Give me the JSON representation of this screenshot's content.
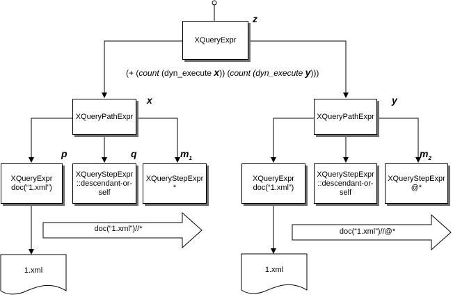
{
  "root": {
    "label": "XQueryExpr",
    "var": "z"
  },
  "formula": {
    "open": "(+ (",
    "count1": "count",
    "dyn1": " (dyn_execute ",
    "var1": "x",
    "mid": ")) (",
    "count2": "count",
    "dyn2": " (dyn_execute ",
    "var2": "y",
    "close": ")))"
  },
  "left": {
    "path": {
      "label": "XQueryPathExpr",
      "var": "x"
    },
    "children": [
      {
        "line1": "XQueryExpr",
        "line2": "doc(“1.xml”)",
        "line3": "",
        "var": "p"
      },
      {
        "line1": "XQueryStepExpr",
        "line2": "::descendant-or-",
        "line3": "self",
        "var": "q"
      },
      {
        "line1": "XQueryStepExpr",
        "line2": "*",
        "line3": "",
        "var": "m",
        "sub": "1"
      }
    ],
    "arrow_label": "doc(“1.xml”)//*",
    "doc_label": "1.xml"
  },
  "right": {
    "path": {
      "label": "XQueryPathExpr",
      "var": "y"
    },
    "children": [
      {
        "line1": "XQueryExpr",
        "line2": "doc(“1.xml”)",
        "line3": "",
        "var": ""
      },
      {
        "line1": "XQueryStepExpr",
        "line2": "::descendant-or-",
        "line3": "self",
        "var": ""
      },
      {
        "line1": "XQueryStepExpr",
        "line2": "@*",
        "line3": "",
        "var": "m",
        "sub": "2"
      }
    ],
    "arrow_label": "doc(“1.xml”)//@*",
    "doc_label": "1.xml"
  }
}
